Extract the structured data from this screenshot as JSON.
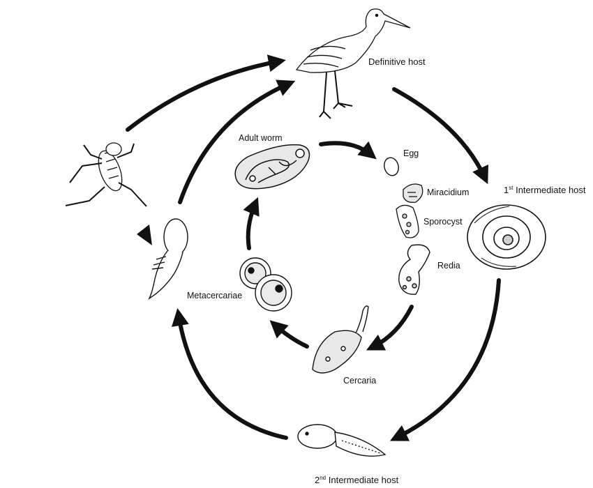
{
  "labels": {
    "definitive_host": "Definitive host",
    "first_intermediate_prefix": "1",
    "first_intermediate_sup": "st",
    "first_intermediate_rest": " Intermediate host",
    "second_intermediate_prefix": "2",
    "second_intermediate_sup": "nd",
    "second_intermediate_rest": " Intermediate host",
    "adult_worm": "Adult worm",
    "egg": "Egg",
    "miracidium": "Miracidium",
    "sporocyst": "Sporocyst",
    "redia": "Redia",
    "cercaria": "Cercaria",
    "metacercariae": "Metacercariae"
  },
  "colors": {
    "ink": "#111111",
    "shade": "#cfcfcf",
    "background": "#ffffff"
  }
}
